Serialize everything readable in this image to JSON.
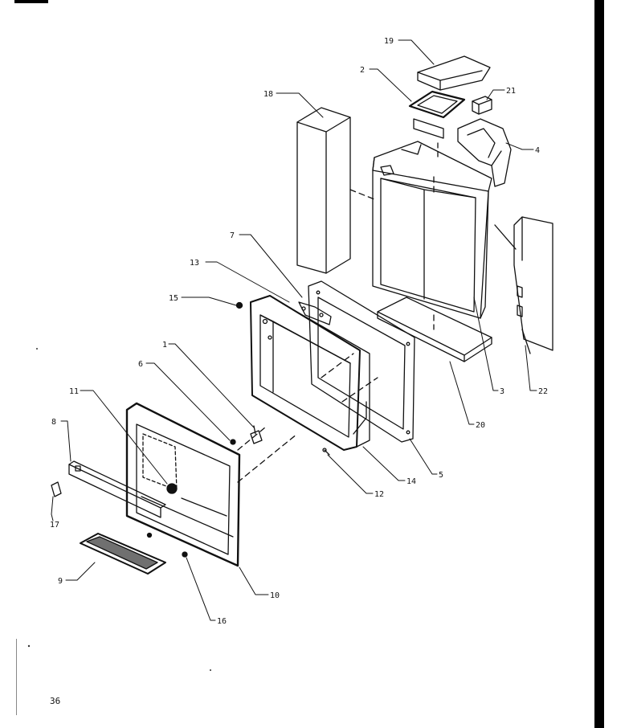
{
  "page_number": "36",
  "callouts": {
    "c1": "1",
    "c2": "2",
    "c3": "3",
    "c4": "4",
    "c5": "5",
    "c6": "6",
    "c7": "7",
    "c8": "8",
    "c9": "9",
    "c10": "10",
    "c11": "11",
    "c12": "12",
    "c13": "13",
    "c14": "14",
    "c15": "15",
    "c16": "16",
    "c17": "17",
    "c18": "18",
    "c19": "19",
    "c20": "20",
    "c21": "21",
    "c22": "22"
  },
  "colors": {
    "ink": "#111111",
    "paper": "#ffffff"
  }
}
